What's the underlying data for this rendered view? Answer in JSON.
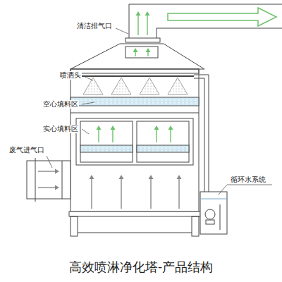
{
  "diagram": {
    "caption": "高效喷淋净化塔-产品结构",
    "labels": [
      "清洁排气口",
      "喷洒头",
      "空心填料区",
      "实心填料区",
      "废气进气口",
      "循环水系统"
    ]
  }
}
